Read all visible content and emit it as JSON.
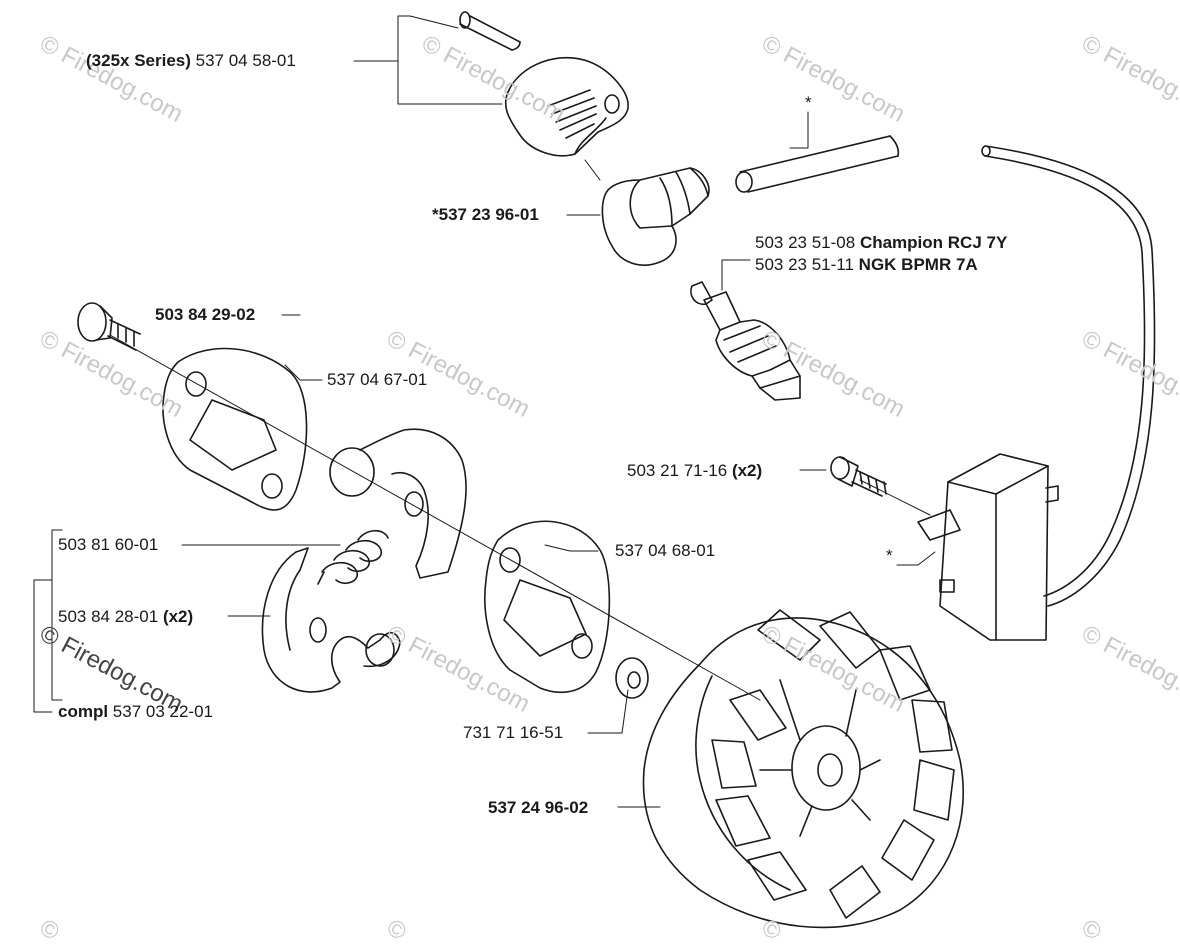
{
  "labels": {
    "series_bold": "(325x Series)",
    "series_part": "537 04 58-01",
    "boot_part": "*537 23 96-01",
    "asterisk_top": "*",
    "asterisk_coil": "*",
    "plug_champion_part": "503 23 51-08",
    "plug_champion_name": "Champion RCJ 7Y",
    "plug_ngk_part": "503 23 51-11",
    "plug_ngk_name": "NGK BPMR 7A",
    "bolt_part": "503 84 29-02",
    "plate_top_part": "537 04 67-01",
    "screw_part": "503 21 71-16",
    "screw_qty": "(x2)",
    "spring_part": "503 81 60-01",
    "plate_bottom_part": "537 04 68-01",
    "shoe_part": "503 84 28-01",
    "shoe_qty": "(x2)",
    "washer_part": "731 71 16-51",
    "compl_bold": "compl",
    "compl_part": "537 03 22-01",
    "flywheel_part": "537 24 96-02"
  },
  "watermark": {
    "text": "© Firedog.com",
    "short": "©"
  },
  "colors": {
    "line": "#1a1a1a",
    "watermark": "#c8c8c8"
  }
}
